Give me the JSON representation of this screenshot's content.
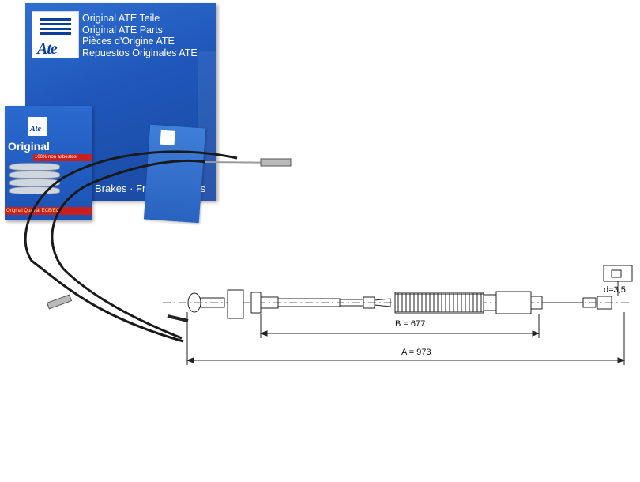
{
  "box": {
    "lines": [
      "Original ATE Teile",
      "Original ATE Parts",
      "Pièces d'Origine ATE",
      "Repuestos Originales ATE"
    ]
  },
  "pad_box": {
    "label": "Original",
    "band": "100% non asbestos",
    "quality": "Original Qualität ECE/EG"
  },
  "strip": {
    "text": "Brakes · Freins · Frenos"
  },
  "drawing": {
    "dim_B": "B = 677",
    "dim_A": "A = 973",
    "dim_d": "d=3,5"
  },
  "colors": {
    "box_blue": "#1f56b8",
    "band_red": "#c8201e",
    "cable": "#1a1a1a"
  }
}
